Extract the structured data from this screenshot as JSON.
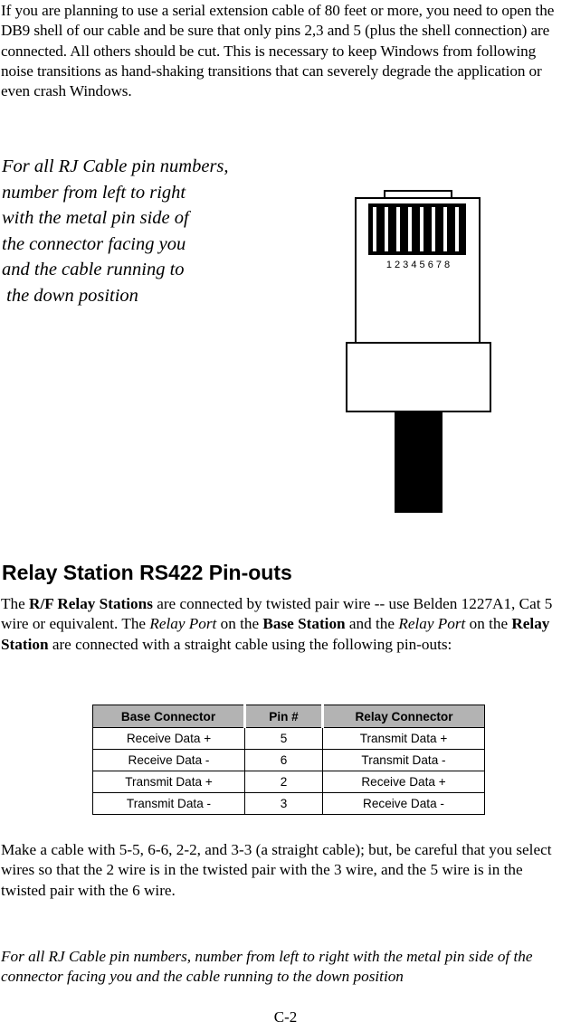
{
  "intro_text": "If you are planning to use a serial extension cable of 80 feet or more, you need to open the DB9 shell of our cable and be sure that only pins 2,3 and 5 (plus the shell connection) are connected.  All others should be cut. This is necessary to keep Windows from following noise transitions as hand-shaking transitions that can severely degrade the application or even crash Windows.",
  "side_note_lines": [
    "For all RJ Cable pin numbers,",
    "number from left to right",
    "with the metal pin side of",
    "the connector facing you",
    "and the cable running to",
    " the down position"
  ],
  "connector_pin_labels": "1 2 3 4 5 6 7 8",
  "heading": "Relay Station RS422 Pin-outs",
  "desc": {
    "p1": "The ",
    "b1": "R/F Relay Stations",
    "p2": " are connected by twisted pair wire -- use Belden 1227A1, Cat 5 wire or equivalent.  The ",
    "i1": "Relay Port",
    "p3": " on the ",
    "b2": "Base Station",
    "p4": " and the ",
    "i2": "Relay Port",
    "p5": " on the ",
    "b3": "Relay Station",
    "p6": " are connected with a straight cable using the following pin-outs:"
  },
  "table": {
    "headers": [
      "Base Connector",
      "Pin #",
      "Relay Connector"
    ],
    "rows": [
      [
        "Receive Data +",
        "5",
        "Transmit Data +"
      ],
      [
        "Receive Data -",
        "6",
        "Transmit Data -"
      ],
      [
        "Transmit Data +",
        "2",
        "Receive Data +"
      ],
      [
        "Transmit Data -",
        "3",
        "Receive Data -"
      ]
    ]
  },
  "make_text": "Make a cable with 5-5, 6-6, 2-2, and 3-3 (a straight cable); but, be careful that you select wires so that the 2 wire is in the twisted pair with the 3 wire, and the 5 wire is in the twisted pair with the 6 wire.",
  "foot_note": "For all RJ Cable pin numbers, number from left to right with the metal pin side of the connector facing you and the cable running to the down position",
  "page_number": "C-2"
}
